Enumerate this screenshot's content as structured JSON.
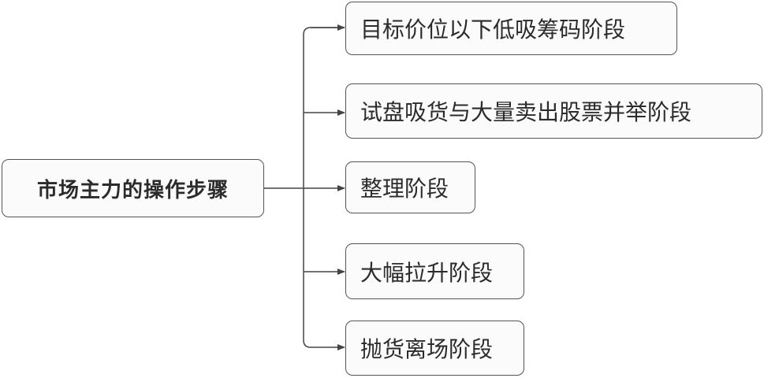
{
  "diagram": {
    "root": {
      "label": "市场主力的操作步骤"
    },
    "stages": [
      {
        "label": "目标价位以下低吸筹码阶段"
      },
      {
        "label": "试盘吸货与大量卖出股票并举阶段"
      },
      {
        "label": "整理阶段"
      },
      {
        "label": "大幅拉升阶段"
      },
      {
        "label": "抛货离场阶段"
      }
    ],
    "colors": {
      "border": "#555555",
      "box_fill": "#fbfbfb",
      "text": "#2b2b2b",
      "line": "#444444"
    }
  }
}
